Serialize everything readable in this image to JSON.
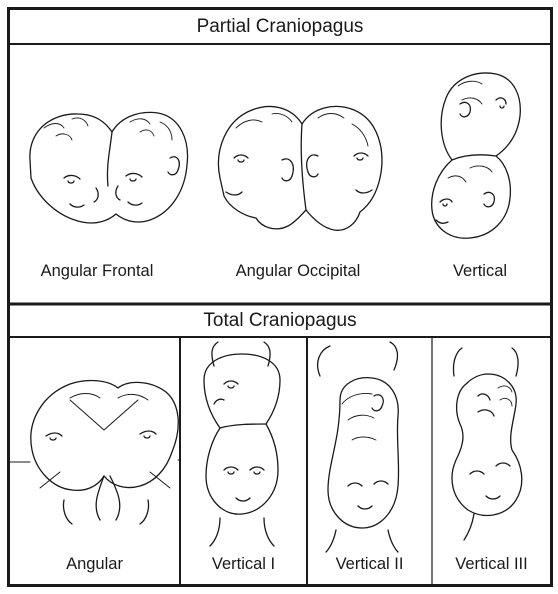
{
  "sections": {
    "partial": {
      "title": "Partial Craniopagus",
      "captions": [
        "Angular Frontal",
        "Angular Occipital",
        "Vertical"
      ]
    },
    "total": {
      "title": "Total Craniopagus",
      "captions": [
        "Angular",
        "Vertical I",
        "Vertical II",
        "Vertical III"
      ]
    }
  },
  "colors": {
    "line": "#1a1a1a",
    "background": "#ffffff",
    "divider": "#666666"
  }
}
